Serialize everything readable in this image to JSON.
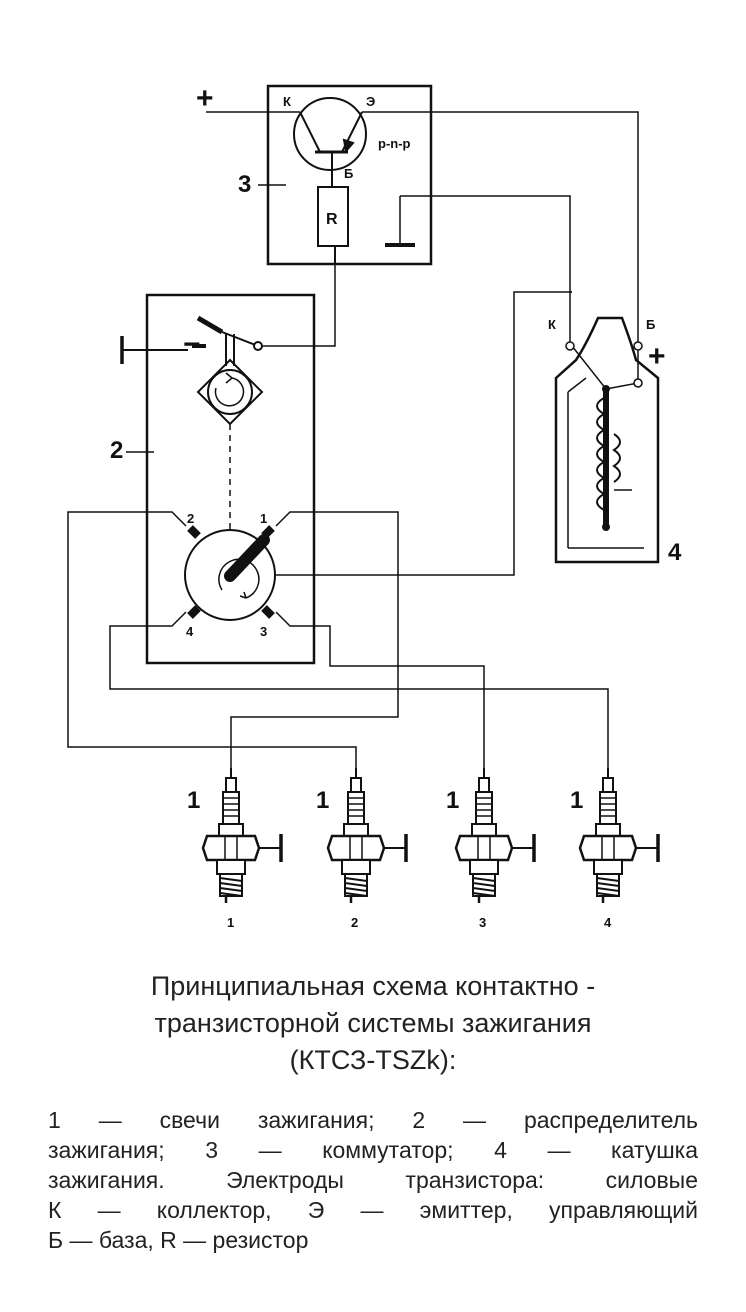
{
  "diagram": {
    "switch_labels": {
      "collector": "К",
      "emitter": "Э",
      "base": "Б",
      "type": "p-n-p",
      "resistor": "R"
    },
    "coil_labels": {
      "k": "К",
      "b": "Б"
    },
    "part_numbers": {
      "switch": "3",
      "distributor": "2",
      "coil": "4"
    },
    "plus_sign": "+",
    "minus_sign": "−",
    "distributor_terminals": [
      "1",
      "2",
      "3",
      "4"
    ],
    "plug_callout": "1",
    "plug_numbers": [
      "1",
      "2",
      "3",
      "4"
    ]
  },
  "caption": {
    "line1": "Принципиальная схема контактно -",
    "line2": "транзисторной системы зажигания",
    "line3": "(КТСЗ-TSZk):"
  },
  "legend": {
    "line1": "1 — свечи зажигания; 2 — распределитель",
    "line2": "зажигания; 3 — коммутатор; 4 — катушка",
    "line3": "зажигания. Электроды транзистора: силовые",
    "line4": "К — коллектор, Э — эмиттер, управляющий",
    "line5": "Б — база, R — резистор"
  }
}
